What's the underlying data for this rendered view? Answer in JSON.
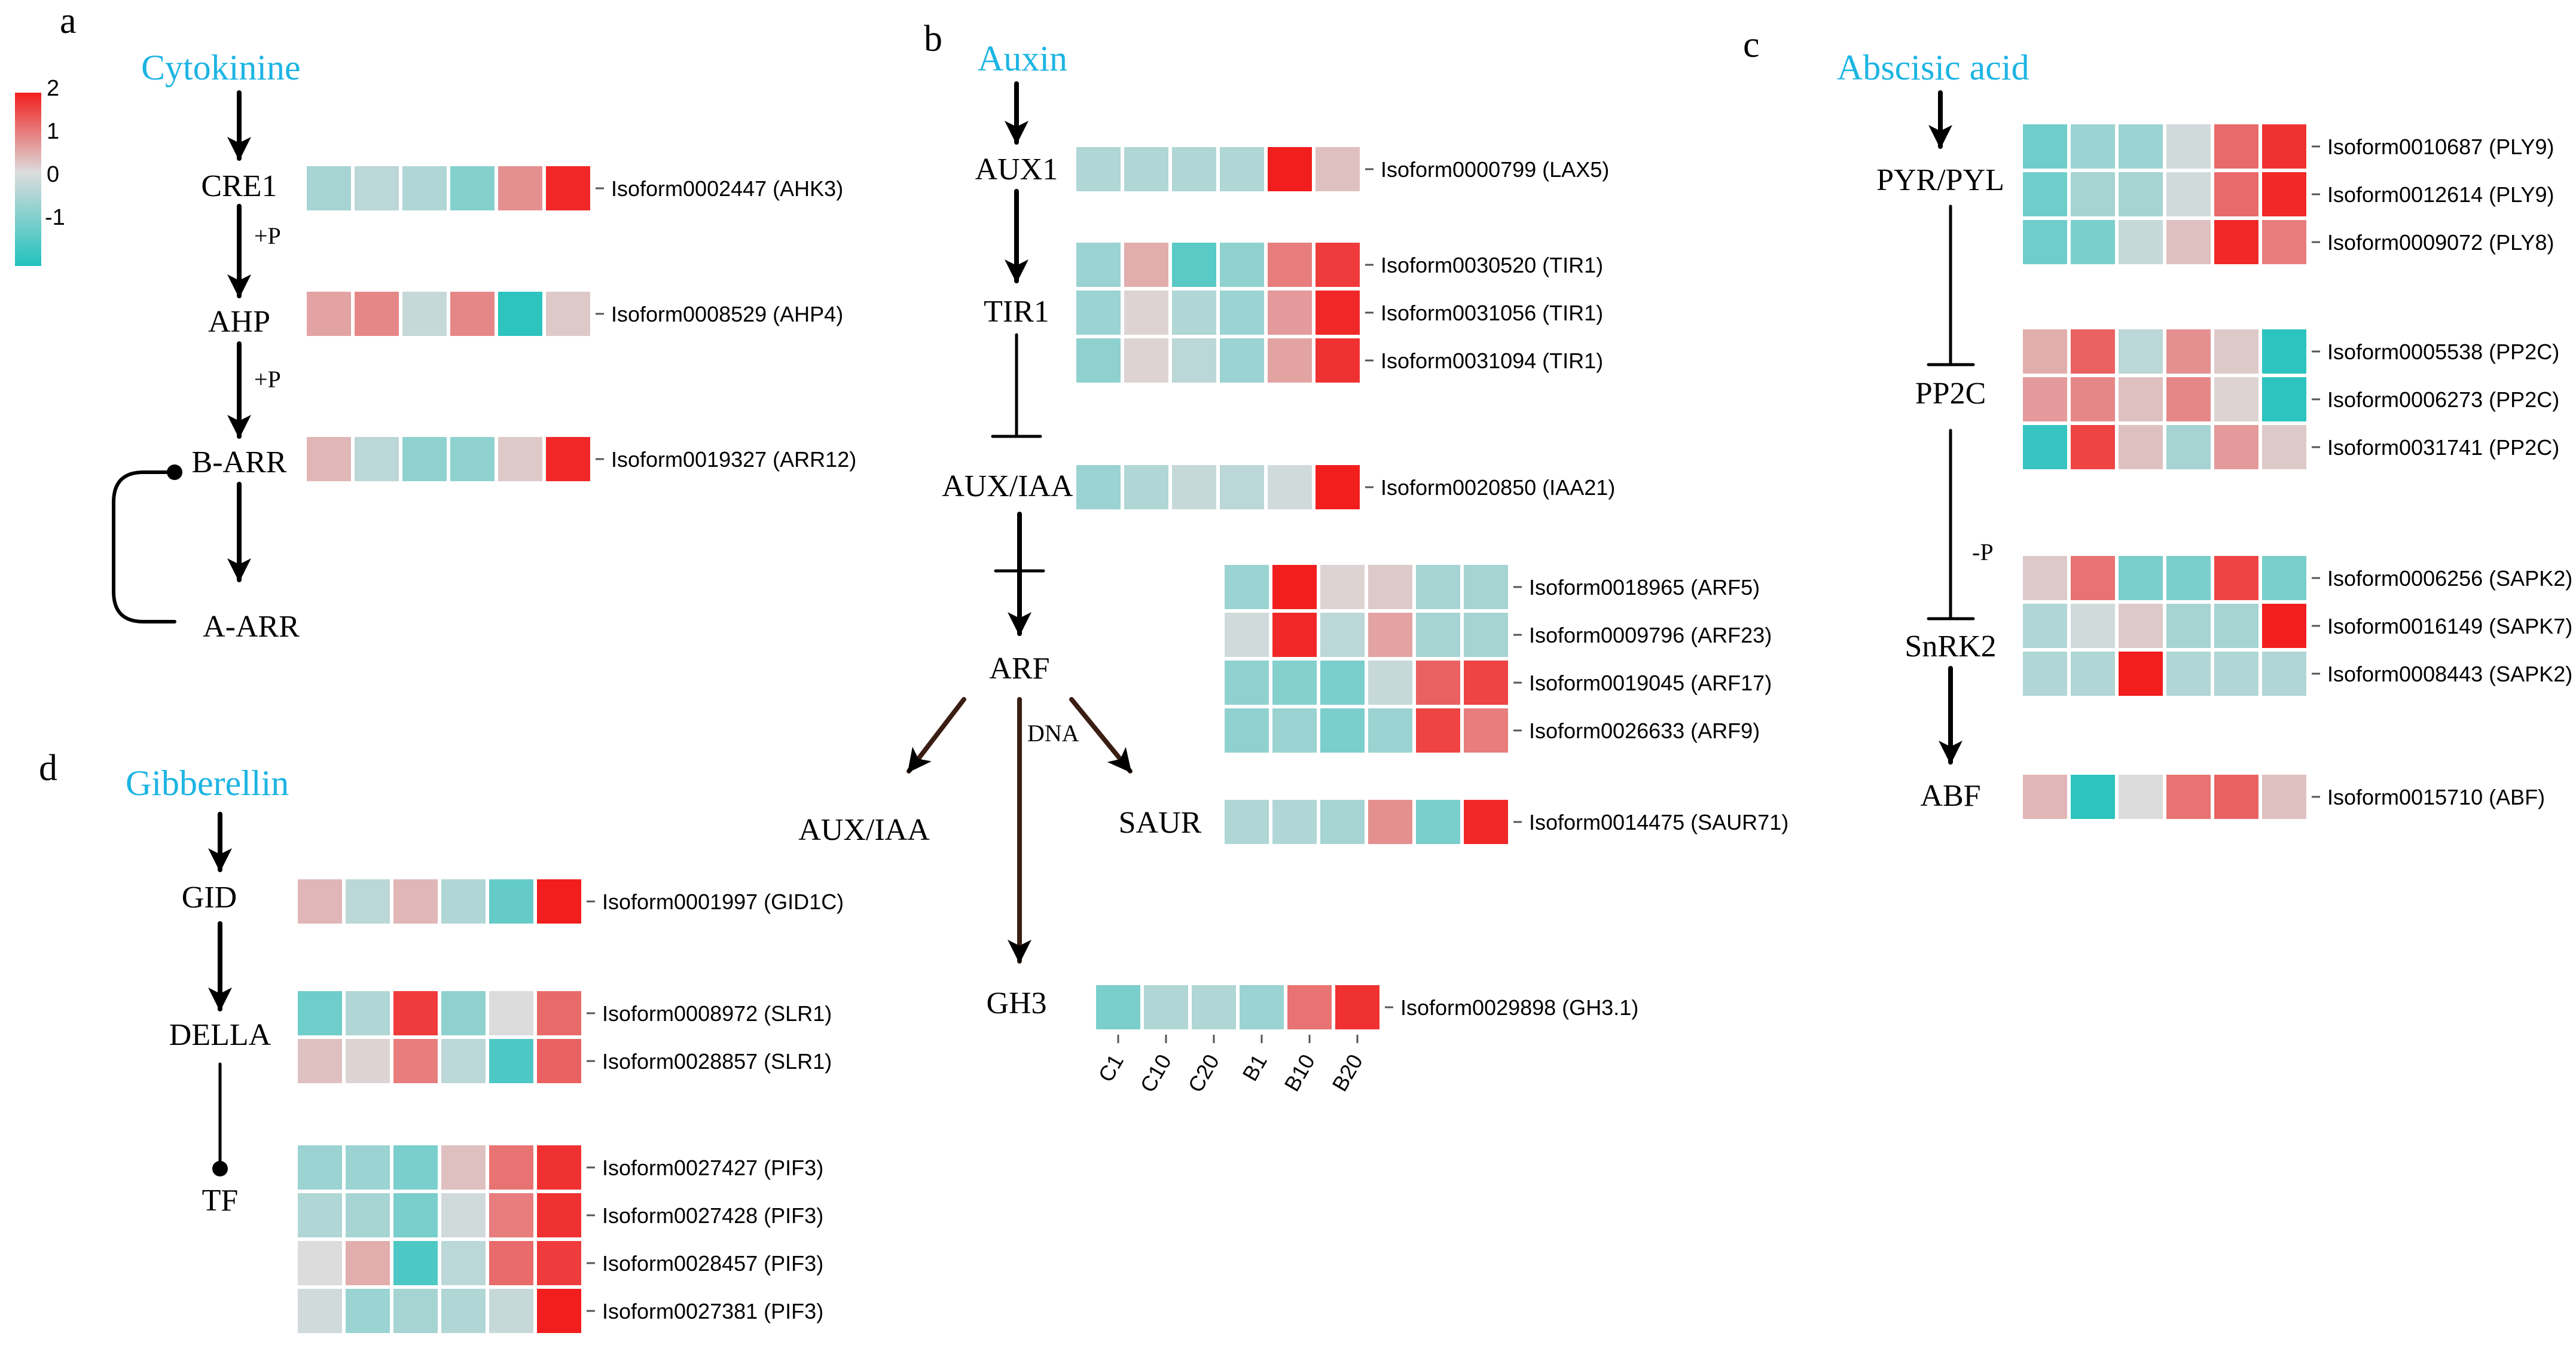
{
  "panel_letters": [
    "a",
    "b",
    "c",
    "d"
  ],
  "hormones": {
    "cytokinine": "Cytokinine",
    "auxin": "Auxin",
    "aba": "Abscisic acid",
    "gibberellin": "Gibberellin"
  },
  "nodes": {
    "cre1": "CRE1",
    "ahp": "AHP",
    "barr": "B-ARR",
    "aarr": "A-ARR",
    "aux1": "AUX1",
    "tir1": "TIR1",
    "auxiaa": "AUX/IAA",
    "arf": "ARF",
    "auxiaa2": "AUX/IAA",
    "saur": "SAUR",
    "gh3": "GH3",
    "pyr": "PYR/PYL",
    "pp2c": "PP2C",
    "snrk2": "SnRK2",
    "abf": "ABF",
    "gid": "GID",
    "della": "DELLA",
    "tf": "TF"
  },
  "edge_labels": {
    "p1": "+P",
    "p2": "+P",
    "dna": "DNA",
    "mp": "-P"
  },
  "legend": {
    "ticks": [
      "2",
      "1",
      "0",
      "-1"
    ],
    "colors": {
      "low": "#22c2bd",
      "mid": "#dcdcdc",
      "high": "#f21e1e"
    }
  },
  "column_labels": [
    "C1",
    "C10",
    "C20",
    "B1",
    "B10",
    "B20"
  ],
  "chart_data": {
    "type": "heatmap",
    "columns": [
      "C1",
      "C10",
      "C20",
      "B1",
      "B10",
      "B20"
    ],
    "value_range": [
      -1.7,
      2
    ],
    "blocks": [
      {
        "rows": [
          {
            "label": "Isoform0002447 (AHK3)",
            "values": [
              -0.5,
              -0.3,
              -0.4,
              -0.8,
              0.8,
              1.9
            ]
          }
        ]
      },
      {
        "rows": [
          {
            "label": "Isoform0008529 (AHP4)",
            "values": [
              0.6,
              0.9,
              -0.2,
              0.9,
              -1.6,
              0.2
            ]
          }
        ]
      },
      {
        "rows": [
          {
            "label": "Isoform0019327 (ARR12)",
            "values": [
              0.4,
              -0.3,
              -0.7,
              -0.7,
              0.2,
              1.9
            ]
          }
        ]
      },
      {
        "rows": [
          {
            "label": "Isoform0000799 (LAX5)",
            "values": [
              -0.4,
              -0.4,
              -0.4,
              -0.4,
              2.0,
              0.3
            ]
          }
        ]
      },
      {
        "rows": [
          {
            "label": "Isoform0030520 (TIR1)",
            "values": [
              -0.6,
              0.5,
              -1.2,
              -0.7,
              1.0,
              1.7
            ]
          },
          {
            "label": "Isoform0031056 (TIR1)",
            "values": [
              -0.6,
              0.1,
              -0.4,
              -0.6,
              0.7,
              1.9
            ]
          },
          {
            "label": "Isoform0031094 (TIR1)",
            "values": [
              -0.7,
              0.1,
              -0.3,
              -0.6,
              0.6,
              1.8
            ]
          }
        ]
      },
      {
        "rows": [
          {
            "label": "Isoform0020850 (IAA21)",
            "values": [
              -0.6,
              -0.4,
              -0.2,
              -0.3,
              -0.1,
              2.0
            ]
          }
        ]
      },
      {
        "rows": [
          {
            "label": "Isoform0018965 (ARF5)",
            "values": [
              -0.6,
              2.0,
              0.1,
              0.2,
              -0.5,
              -0.5
            ]
          },
          {
            "label": "Isoform0009796 (ARF23)",
            "values": [
              -0.1,
              1.9,
              -0.3,
              0.6,
              -0.5,
              -0.5
            ]
          },
          {
            "label": "Isoform0019045 (ARF17)",
            "values": [
              -0.7,
              -0.8,
              -0.9,
              -0.2,
              1.3,
              1.6
            ]
          },
          {
            "label": "Isoform0026633 (ARF9)",
            "values": [
              -0.7,
              -0.6,
              -0.9,
              -0.6,
              1.6,
              1.0
            ]
          }
        ]
      },
      {
        "rows": [
          {
            "label": "Isoform0014475 (SAUR71)",
            "values": [
              -0.4,
              -0.4,
              -0.5,
              0.8,
              -0.9,
              1.9
            ]
          }
        ]
      },
      {
        "rows": [
          {
            "label": "Isoform0029898 (GH3.1)",
            "values": [
              -0.9,
              -0.4,
              -0.4,
              -0.6,
              1.1,
              1.8
            ]
          }
        ]
      },
      {
        "rows": [
          {
            "label": "Isoform0010687 (PLY9)",
            "values": [
              -1.0,
              -0.6,
              -0.6,
              -0.1,
              1.2,
              1.8
            ]
          },
          {
            "label": "Isoform0012614 (PLY9)",
            "values": [
              -1.0,
              -0.5,
              -0.5,
              -0.1,
              1.2,
              1.9
            ]
          },
          {
            "label": "Isoform0009072 (PLY8)",
            "values": [
              -1.0,
              -0.9,
              -0.2,
              0.3,
              1.9,
              1.0
            ]
          }
        ]
      },
      {
        "rows": [
          {
            "label": "Isoform0005538 (PP2C)",
            "values": [
              0.5,
              1.3,
              -0.3,
              0.8,
              0.2,
              -1.6
            ]
          },
          {
            "label": "Isoform0006273 (PP2C)",
            "values": [
              0.7,
              0.9,
              0.3,
              0.9,
              0.1,
              -1.6
            ]
          },
          {
            "label": "Isoform0031741 (PP2C)",
            "values": [
              -1.5,
              1.6,
              0.3,
              -0.5,
              0.7,
              0.2
            ]
          }
        ]
      },
      {
        "rows": [
          {
            "label": "Isoform0006256 (SAPK2)",
            "values": [
              0.2,
              1.1,
              -0.9,
              -0.9,
              1.6,
              -0.9
            ]
          },
          {
            "label": "Isoform0016149 (SAPK7)",
            "values": [
              -0.4,
              -0.1,
              0.2,
              -0.5,
              -0.5,
              2.0
            ]
          },
          {
            "label": "Isoform0008443 (SAPK2)",
            "values": [
              -0.4,
              -0.4,
              2.0,
              -0.4,
              -0.4,
              -0.4
            ]
          }
        ]
      },
      {
        "rows": [
          {
            "label": "Isoform0015710 (ABF)",
            "values": [
              0.4,
              -1.6,
              0.0,
              1.1,
              1.3,
              0.3
            ]
          }
        ]
      },
      {
        "rows": [
          {
            "label": "Isoform0001997 (GID1C)",
            "values": [
              0.4,
              -0.3,
              0.4,
              -0.4,
              -1.1,
              2.0
            ]
          }
        ]
      },
      {
        "rows": [
          {
            "label": "Isoform0008972 (SLR1)",
            "values": [
              -1.0,
              -0.4,
              1.7,
              -0.7,
              0.0,
              1.2
            ]
          },
          {
            "label": "Isoform0028857 (SLR1)",
            "values": [
              0.3,
              0.1,
              1.0,
              -0.3,
              -1.3,
              1.3
            ]
          }
        ]
      },
      {
        "rows": [
          {
            "label": "Isoform0027427 (PIF3)",
            "values": [
              -0.6,
              -0.6,
              -0.9,
              0.3,
              1.1,
              1.8
            ]
          },
          {
            "label": "Isoform0027428 (PIF3)",
            "values": [
              -0.4,
              -0.5,
              -0.9,
              -0.1,
              1.0,
              1.8
            ]
          },
          {
            "label": "Isoform0028457 (PIF3)",
            "values": [
              0.0,
              0.5,
              -1.3,
              -0.3,
              1.2,
              1.7
            ]
          },
          {
            "label": "Isoform0027381 (PIF3)",
            "values": [
              -0.1,
              -0.6,
              -0.5,
              -0.4,
              -0.2,
              2.0
            ]
          }
        ]
      }
    ]
  }
}
